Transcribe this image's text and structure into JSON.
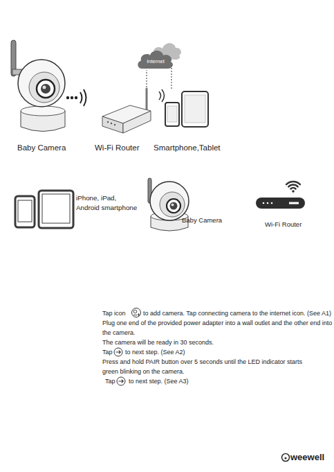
{
  "diagram": {
    "nodes": [
      {
        "text": [
          "Internet"
        ]
      }
    ],
    "labels": [
      "Baby Camera",
      "Wi-Fi Router",
      "Smartphone,Tablet",
      "iPhone, iPad, Android smartphone",
      "Baby Camera",
      "Wi-Fi Router",
      "Tap icon",
      "to add camera. Tap connecting camera to the internet icon. (See A1)",
      "Plug one end of the provided power adapter into a wall outlet and the other end into the camera.",
      "The camera will be ready in 30 seconds.",
      "Tap",
      "to next step. (See A2)",
      "Press and hold PAIR button over 5 seconds until the LED indicator starts green blinking on the camera.",
      "Tap",
      "to next step. (See A3)",
      "weewell"
    ]
  }
}
